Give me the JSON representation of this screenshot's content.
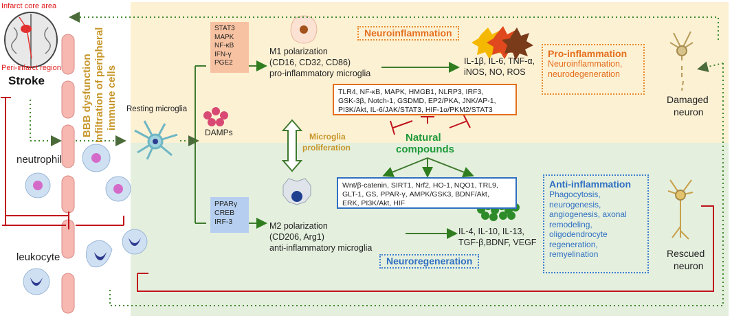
{
  "stroke": {
    "infarct_core": "Infarct core area",
    "peri_infarct": "Peri-infarct region",
    "title": "Stroke"
  },
  "barrier": {
    "line1": "BBB dysfunction",
    "line2": "Infiltration of peripheral",
    "line3": "immune cells"
  },
  "cells": {
    "neutrophil": "neutrophil",
    "leukocyte": "leukocyte",
    "resting": "Resting microglia",
    "damps": "DAMPs",
    "proliferation1": "Microglia",
    "proliferation2": "proliferation"
  },
  "m1": {
    "factors": [
      "STAT3",
      "MAPK",
      "NF-κB",
      "IFN-γ",
      "PGE2"
    ],
    "line1": "M1 polarization",
    "line2": "(CD16, CD32, CD86)",
    "line3": "pro-inflammatory microglia",
    "cytokines1": "IL-1β, IL-6, TNF-α,",
    "cytokines2": "iNOS, NO, ROS"
  },
  "m2": {
    "factors": [
      "PPARγ",
      "CREB",
      "IRF-3"
    ],
    "line1": "M2 polarization",
    "line2": "(CD206, Arg1)",
    "line3": "anti-inflammatory microglia",
    "cytokines1": "IL-4, IL-10, IL-13,",
    "cytokines2": "TGF-β,BDNF, VEGF"
  },
  "neuroinflammation": "Neuroinflammation",
  "neuroregeneration": "Neuroregeneration",
  "natural1": "Natural",
  "natural2": "compounds",
  "pathways_top": [
    "TLR4, NF-κB, MAPK, HMGB1, NLRP3, IRF3,",
    "GSK-3β, Notch-1, GSDMD, EP2/PKA, JNK/AP-1,",
    "PI3K/Akt, IL-6/JAK/STAT3, HIF-1α/PKM2/STAT3"
  ],
  "pathways_bottom": [
    "Wnt/β-catenin, SIRT1, Nrf2, HO-1, NQO1, TRL9,",
    "GLT-1, GS, PPAR-γ, AMPK/GSK3, BDNF/Akt,",
    "ERK, PI3K/Akt, HIF"
  ],
  "pro": {
    "title": "Pro-inflammation",
    "text": [
      "Neuroinflammation,",
      "neurodegeneration"
    ]
  },
  "anti": {
    "title": "Anti-inflammation",
    "text": [
      "Phagocytosis,",
      "neurogenesis,",
      "angiogenesis, axonal",
      "remodeling,",
      "oligodendrocyte",
      "regeneration,",
      "remyelination"
    ]
  },
  "neurons": {
    "damaged1": "Damaged",
    "damaged2": "neuron",
    "rescued1": "Rescued",
    "rescued2": "neuron"
  },
  "colors": {
    "orange": "#e36f1e",
    "blue": "#2e6fc2",
    "green": "#2f7d1f",
    "red": "#c0121b",
    "gold": "#c7962a"
  }
}
